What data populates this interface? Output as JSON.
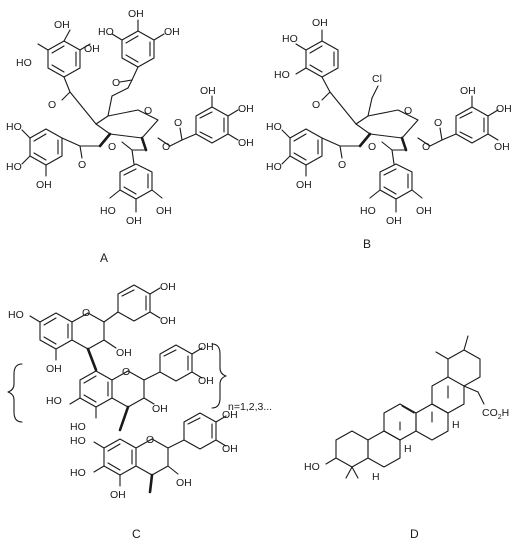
{
  "captions": {
    "a": "A",
    "b": "B",
    "c": "C",
    "d": "D"
  },
  "atoms": {
    "oh": "OH",
    "ho": "HO",
    "o": "O",
    "cl": "Cl",
    "h": "H",
    "co2h_main": "CO",
    "co2h_sub": "2",
    "co2h_h": "H"
  },
  "repeat": {
    "label": "n=1,2,3..."
  }
}
